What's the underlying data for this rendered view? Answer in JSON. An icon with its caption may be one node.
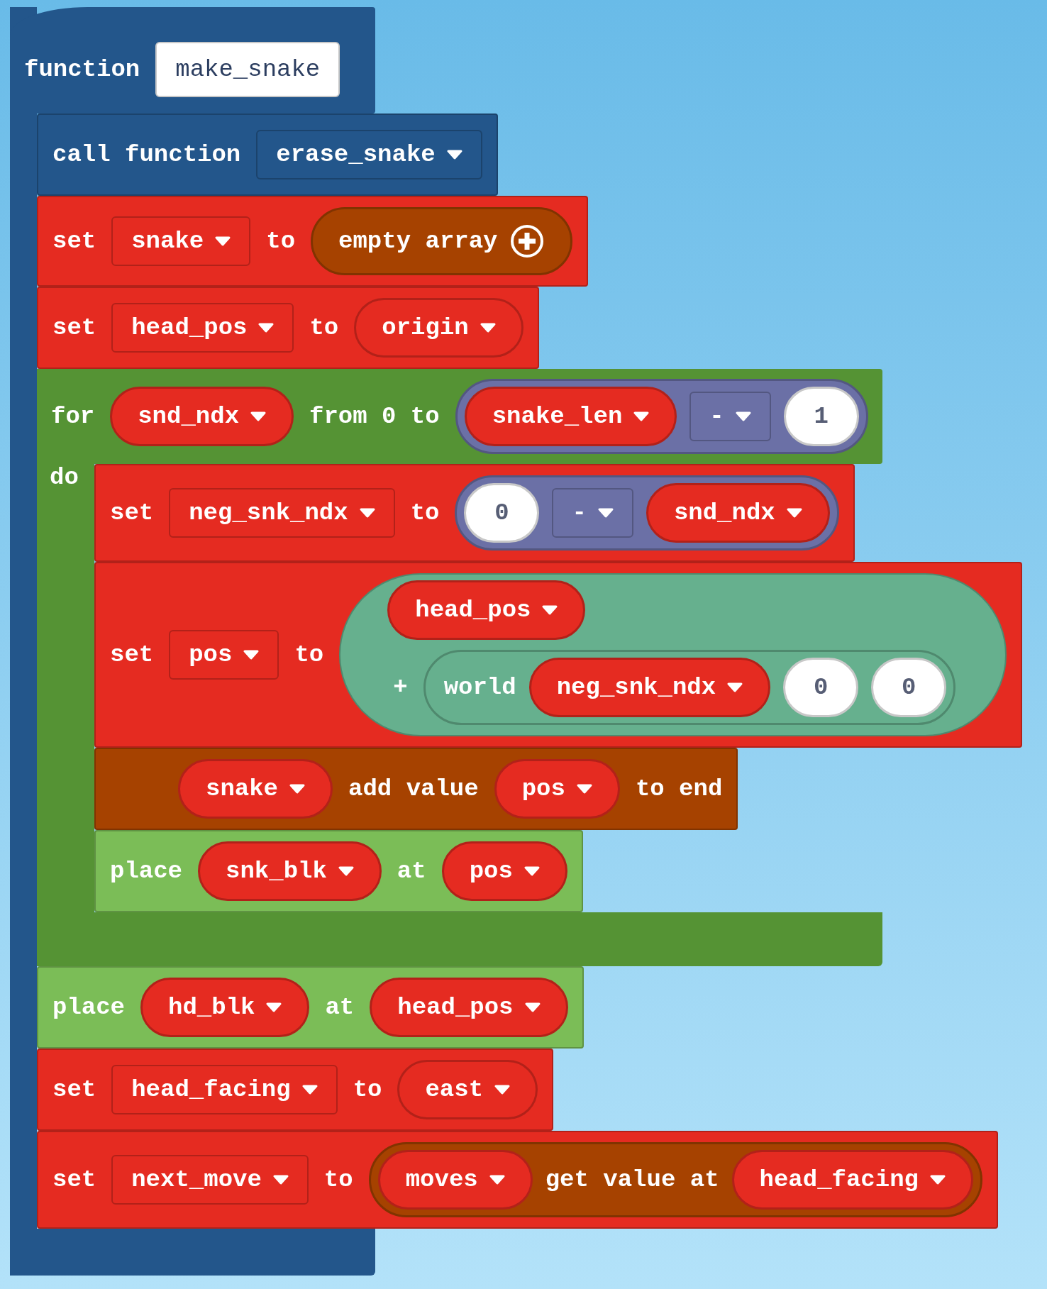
{
  "diagram": {
    "nodes": [
      {
        "text": [
          "function"
        ]
      },
      {
        "text": [
          "make_snake"
        ],
        "in": 0
      },
      {
        "text": [
          "call function"
        ],
        "in": 0
      },
      {
        "text": [
          "erase_snake"
        ],
        "in": 2
      },
      {
        "text": [
          "set",
          "to"
        ],
        "in": 0
      },
      {
        "text": [
          "snake"
        ],
        "in": 4
      },
      {
        "text": [
          "empty array"
        ],
        "in": 4
      },
      {
        "text": [
          "set",
          "to"
        ],
        "in": 0
      },
      {
        "text": [
          "head_pos"
        ],
        "in": 7
      },
      {
        "text": [
          "origin"
        ],
        "in": 7
      },
      {
        "text": [
          "for",
          "from 0 to",
          "do"
        ],
        "in": 0
      },
      {
        "text": [
          "snd_ndx"
        ],
        "in": 10
      },
      {
        "text": [],
        "shape": "box",
        "in": 10
      },
      {
        "text": [
          "snake_len"
        ],
        "in": 12
      },
      {
        "text": [
          "-"
        ],
        "in": 12
      },
      {
        "text": [
          "1"
        ],
        "in": 12
      },
      {
        "text": [
          "set",
          "to"
        ],
        "in": 10
      },
      {
        "text": [
          "neg_snk_ndx"
        ],
        "in": 16
      },
      {
        "text": [],
        "shape": "box",
        "in": 16
      },
      {
        "text": [
          "0"
        ],
        "in": 18
      },
      {
        "text": [
          "-"
        ],
        "in": 18
      },
      {
        "text": [
          "snd_ndx"
        ],
        "in": 18
      },
      {
        "text": [
          "set",
          "to"
        ],
        "in": 10
      },
      {
        "text": [
          "pos"
        ],
        "in": 22
      },
      {
        "text": [
          "+"
        ],
        "in": 22
      },
      {
        "text": [
          "head_pos"
        ],
        "in": 24
      },
      {
        "text": [
          "world"
        ],
        "in": 24
      },
      {
        "text": [
          "neg_snk_ndx"
        ],
        "in": 26
      },
      {
        "text": [
          "0"
        ],
        "in": 26
      },
      {
        "text": [
          "0"
        ],
        "in": 26
      },
      {
        "text": [
          "add value",
          "to end"
        ],
        "in": 10
      },
      {
        "text": [
          "snake"
        ],
        "in": 30
      },
      {
        "text": [
          "pos"
        ],
        "in": 30
      },
      {
        "text": [
          "place",
          "at"
        ],
        "in": 10
      },
      {
        "text": [
          "snk_blk"
        ],
        "in": 33
      },
      {
        "text": [
          "pos"
        ],
        "in": 33
      },
      {
        "text": [
          "place",
          "at"
        ],
        "in": 0
      },
      {
        "text": [
          "hd_blk"
        ],
        "in": 36
      },
      {
        "text": [
          "head_pos"
        ],
        "in": 36
      },
      {
        "text": [
          "set",
          "to"
        ],
        "in": 0
      },
      {
        "text": [
          "head_facing"
        ],
        "in": 39
      },
      {
        "text": [
          "east"
        ],
        "in": 39
      },
      {
        "text": [
          "set",
          "to"
        ],
        "in": 0
      },
      {
        "text": [
          "next_move"
        ],
        "in": 42
      },
      {
        "text": [
          "get value at"
        ],
        "in": 42
      },
      {
        "text": [
          "moves"
        ],
        "in": 44
      },
      {
        "text": [
          "head_facing"
        ],
        "in": 44
      }
    ]
  }
}
